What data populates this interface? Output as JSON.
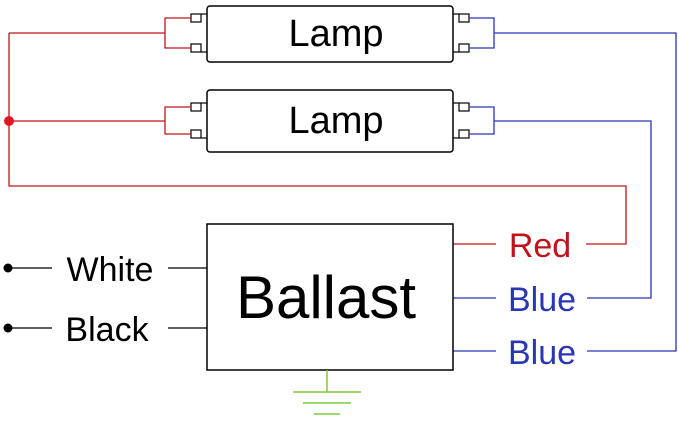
{
  "lamps": [
    {
      "label": "Lamp"
    },
    {
      "label": "Lamp"
    }
  ],
  "ballast": {
    "label": "Ballast"
  },
  "inputs": [
    {
      "label": "White"
    },
    {
      "label": "Black"
    }
  ],
  "outputs": [
    {
      "label": "Red",
      "color": "#c0141c"
    },
    {
      "label": "Blue",
      "color": "#2a36b4"
    },
    {
      "label": "Blue",
      "color": "#2a36b4"
    }
  ],
  "colors": {
    "red_wire": "#c0141c",
    "blue_wire": "#2a36b4",
    "black_wire": "#000000",
    "ground": "#7ccb3a"
  }
}
